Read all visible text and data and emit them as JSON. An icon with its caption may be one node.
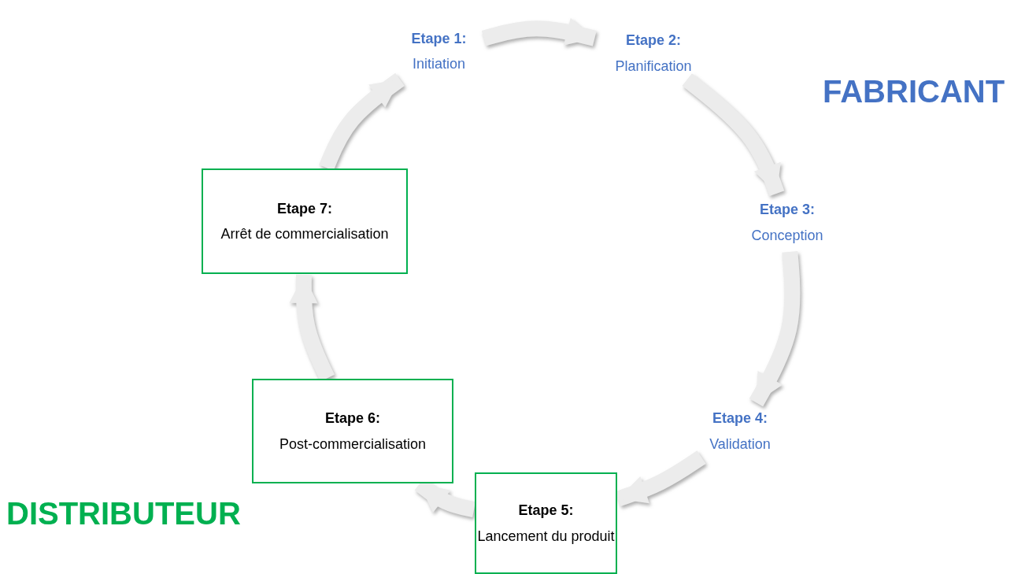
{
  "diagram": {
    "nodes": [
      {
        "text": [
          "Etape 1:",
          "Initiation"
        ]
      },
      {
        "text": [
          "Etape 2:",
          "Planification"
        ]
      },
      {
        "text": [
          "Etape 3:",
          "Conception"
        ]
      },
      {
        "text": [
          "Etape 4:",
          "Validation"
        ]
      },
      {
        "text": [
          "Etape 5:",
          "Lancement du produit"
        ]
      },
      {
        "text": [
          "Etape 6:",
          "Post-commercialisation"
        ]
      },
      {
        "text": [
          "Etape 7:",
          "Arrêt de commercialisation"
        ]
      }
    ],
    "edges": [
      {
        "from": 0,
        "to": 1,
        "arrow": "to"
      },
      {
        "from": 1,
        "to": 2,
        "arrow": "to"
      },
      {
        "from": 2,
        "to": 3,
        "arrow": "to"
      },
      {
        "from": 3,
        "to": 4,
        "arrow": "to"
      },
      {
        "from": 4,
        "to": 5,
        "arrow": "to"
      },
      {
        "from": 5,
        "to": 6,
        "arrow": "to"
      },
      {
        "from": 6,
        "to": 0,
        "arrow": "to"
      }
    ],
    "labels": [
      "FABRICANT",
      "DISTRIBUTEUR"
    ]
  }
}
